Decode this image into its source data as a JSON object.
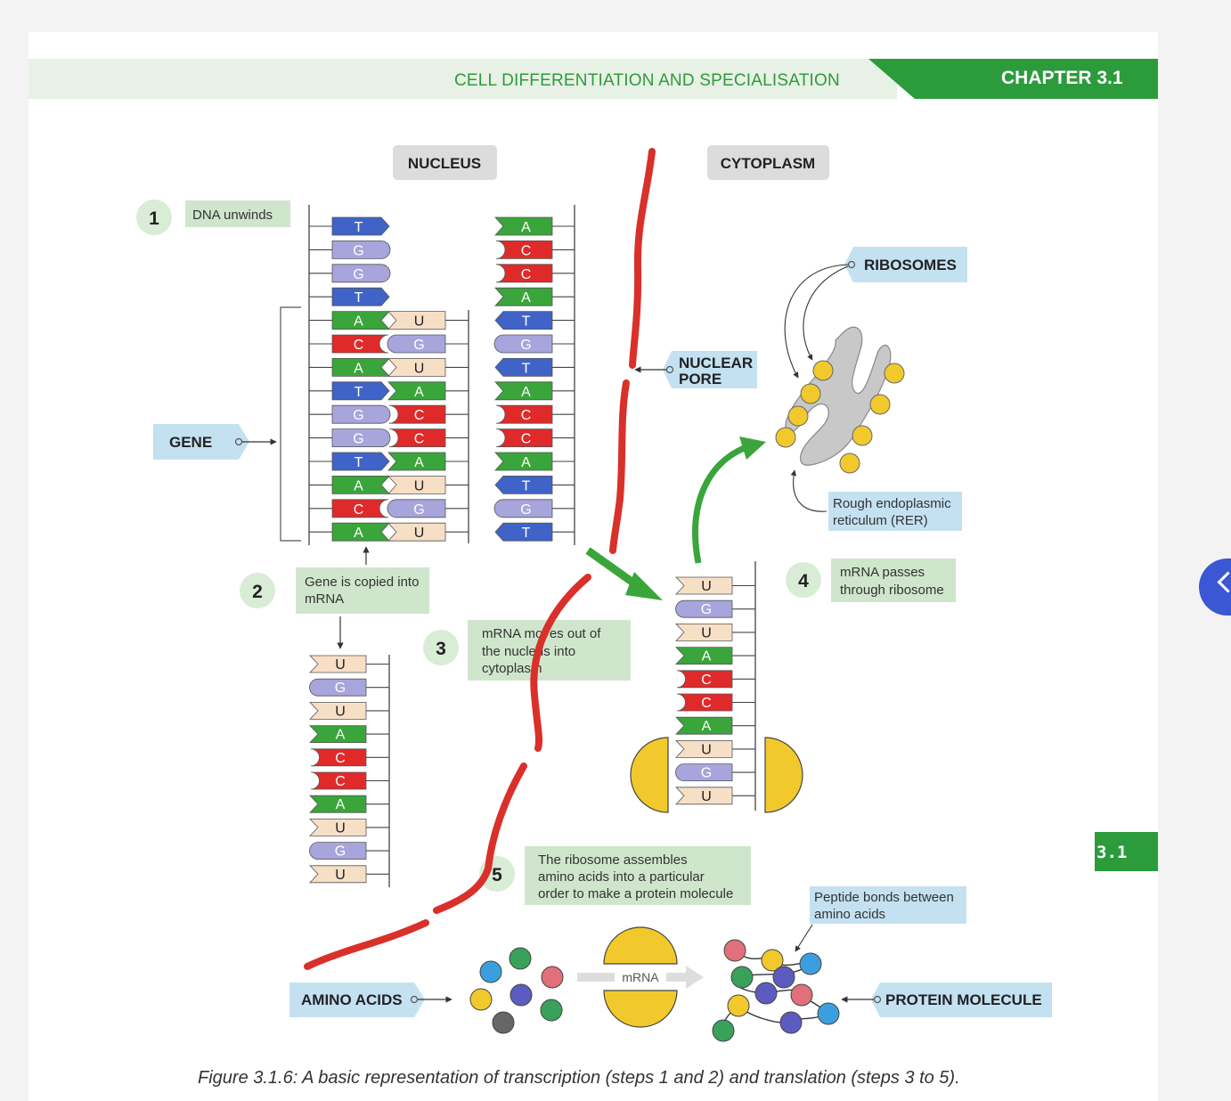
{
  "header": {
    "section_title": "CELL DIFFERENTIATION AND SPECIALISATION",
    "chapter": "CHAPTER 3.1",
    "side_tab": "3.1"
  },
  "regions": {
    "nucleus": "NUCLEUS",
    "cytoplasm": "CYTOPLASM"
  },
  "steps": [
    {
      "number": "1",
      "lines": [
        "DNA unwinds"
      ]
    },
    {
      "number": "2",
      "lines": [
        "Gene is copied into",
        "mRNA"
      ]
    },
    {
      "number": "3",
      "lines": [
        "mRNA moves out of",
        "the nucleus into",
        "cytoplasm"
      ]
    },
    {
      "number": "4",
      "lines": [
        "mRNA passes",
        "through ribosome"
      ]
    },
    {
      "number": "5",
      "lines": [
        "The ribosome assembles",
        "amino acids into a particular",
        "order to make a protein molecule"
      ]
    }
  ],
  "labels": {
    "gene": "GENE",
    "ribosomes": "RIBOSOMES",
    "nuclear_pore": [
      "NUCLEAR",
      "PORE"
    ],
    "rer": [
      "Rough endoplasmic",
      "reticulum (RER)"
    ],
    "peptide": [
      "Peptide bonds between",
      "amino acids"
    ],
    "amino_acids": "AMINO ACIDS",
    "protein": "PROTEIN MOLECULE",
    "mrna_arrow": "mRNA"
  },
  "dna_left_strand": [
    "T",
    "G",
    "G",
    "T",
    "A",
    "C",
    "A",
    "T",
    "G",
    "G",
    "T",
    "A",
    "C",
    "A"
  ],
  "dna_right_strand": [
    "A",
    "C",
    "C",
    "A",
    "T",
    "G",
    "T",
    "A",
    "C",
    "C",
    "A",
    "T",
    "G",
    "T"
  ],
  "mrna_template": [
    "U",
    "G",
    "U",
    "A",
    "C",
    "C",
    "A",
    "U",
    "G",
    "U"
  ],
  "mrna_copy": [
    "U",
    "G",
    "U",
    "A",
    "C",
    "C",
    "A",
    "U",
    "G",
    "U"
  ],
  "mrna_ribosome": [
    "U",
    "G",
    "U",
    "A",
    "C",
    "C",
    "A",
    "U",
    "G",
    "U"
  ],
  "base_colors": {
    "T": "#3f63c6",
    "G": "#a7a5dc",
    "A": "#3aa53a",
    "C": "#e02a2a",
    "U": "#f7dfc6"
  },
  "caption": "Figure 3.1.6: A basic representation of transcription (steps 1 and 2) and translation (steps 3 to 5)."
}
